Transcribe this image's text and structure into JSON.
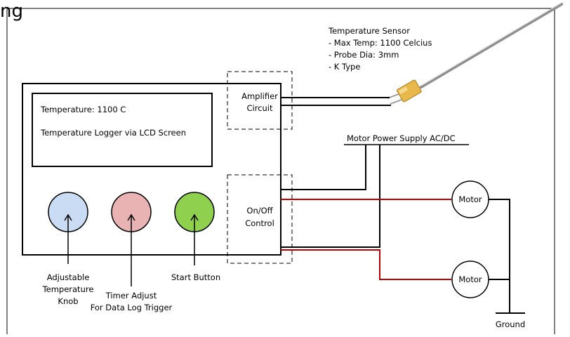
{
  "title_fragment": "ng",
  "sensor": {
    "title": "Temperature Sensor",
    "specs": [
      "- Max Temp: 1100 Celcius",
      "- Probe Dia: 3mm",
      "- K Type"
    ]
  },
  "amplifier": {
    "lines": [
      "Amplifier",
      "Circuit"
    ]
  },
  "onoff": {
    "lines": [
      "On/Off",
      "Control"
    ]
  },
  "lcd": {
    "line1": "Temperature: 1100 C",
    "line2": "Temperature Logger via LCD Screen"
  },
  "knobs": [
    {
      "name": "adjustable-temperature-knob",
      "color": "#c9dcf3",
      "label_lines": [
        "Adjustable",
        "Temperature",
        "Knob"
      ]
    },
    {
      "name": "timer-adjust-knob",
      "color": "#e9b3b3",
      "label_lines": [
        "Timer Adjust",
        "For Data Log Trigger"
      ]
    },
    {
      "name": "start-button",
      "color": "#8fd14f",
      "label_lines": [
        "Start Button"
      ]
    }
  ],
  "power_supply": {
    "label": "Motor Power Supply AC/DC"
  },
  "motors": [
    {
      "label": "Motor"
    },
    {
      "label": "Motor"
    }
  ],
  "ground": {
    "label": "Ground"
  },
  "colors": {
    "wire_black": "#000000",
    "wire_red": "#c00000",
    "connector": "#e8b84a"
  }
}
